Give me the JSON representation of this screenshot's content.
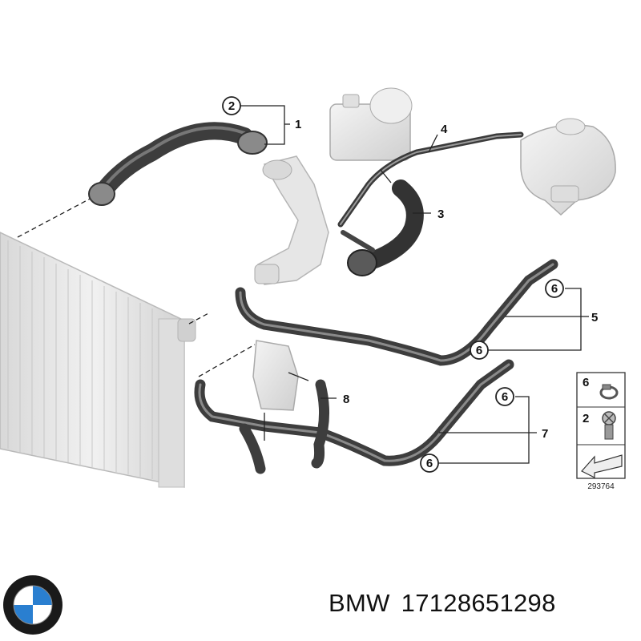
{
  "parts": [
    {
      "id": "part-1",
      "label": "1"
    },
    {
      "id": "part-2",
      "label": "2"
    },
    {
      "id": "part-3",
      "label": "3"
    },
    {
      "id": "part-4",
      "label": "4"
    },
    {
      "id": "part-5",
      "label": "5"
    },
    {
      "id": "part-6a",
      "label": "6"
    },
    {
      "id": "part-6b",
      "label": "6"
    },
    {
      "id": "part-6c",
      "label": "6"
    },
    {
      "id": "part-6d",
      "label": "6"
    },
    {
      "id": "part-7",
      "label": "7"
    },
    {
      "id": "part-8",
      "label": "8"
    }
  ],
  "legend": {
    "items": [
      {
        "label": "6",
        "icon": "hose-clamp-icon"
      },
      {
        "label": "2",
        "icon": "clip-screw-icon"
      }
    ],
    "arrow_icon": "direction-arrow-icon",
    "diagram_code": "293764"
  },
  "brand": {
    "name": "BMW",
    "part_number": "17128651298",
    "logo_icon": "bmw-roundel-icon",
    "logo_colors": {
      "ring": "#1a1a1a",
      "blue": "#2a7fd0",
      "white": "#ffffff"
    }
  },
  "colors": {
    "hose": "#3d3d3d",
    "hose_highlight": "#7a7a7a",
    "component": "#e4e4e4",
    "line": "#222222"
  }
}
